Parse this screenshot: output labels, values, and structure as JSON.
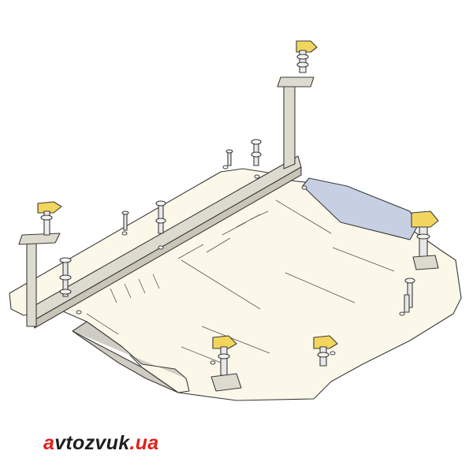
{
  "watermark": {
    "prefix": "a",
    "middle": "vtozvuk",
    "suffix": ".ua"
  },
  "colors": {
    "plate": "#fbf8ea",
    "plate_shadow": "#e9e4cf",
    "bracket": "#dddbd0",
    "guard_grey": "#cfcdc3",
    "blue_panel": "#c7cfe3",
    "clip_yellow": "#f2d55c",
    "brand_red": "#e0201b"
  }
}
